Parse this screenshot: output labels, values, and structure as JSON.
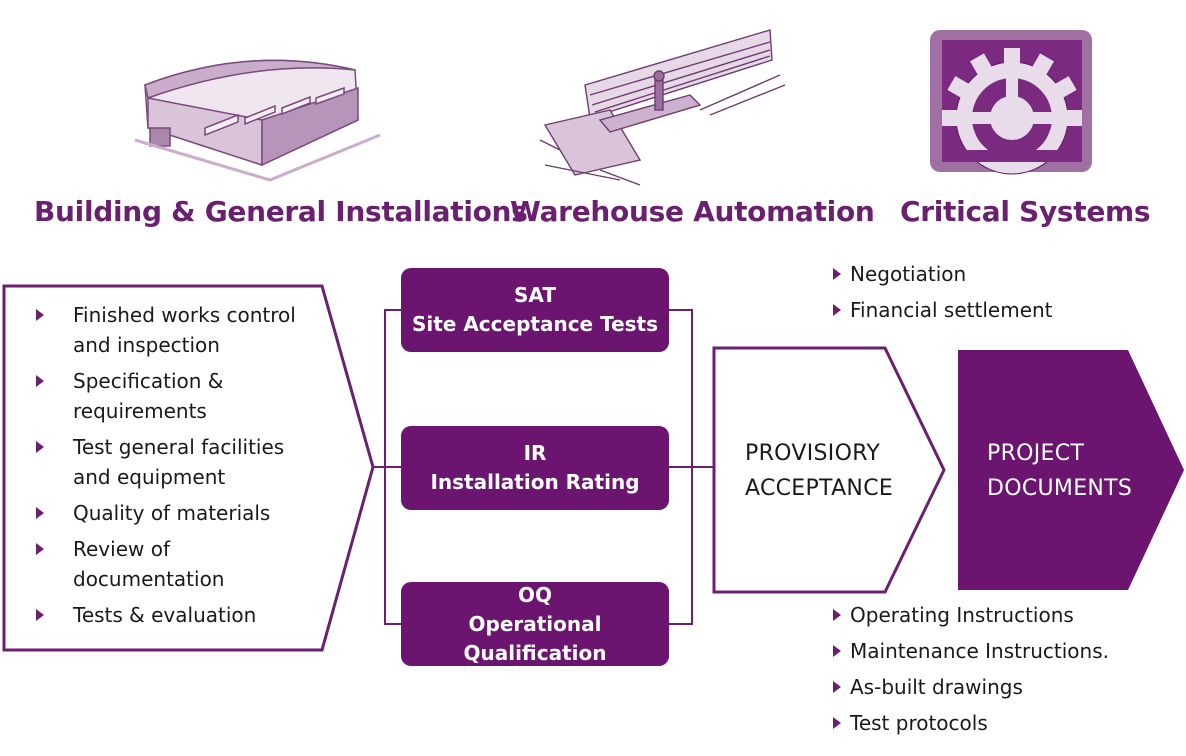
{
  "headings": {
    "building": "Building & General Installations",
    "warehouse": "Warehouse Automation",
    "critical": "Critical Systems"
  },
  "left_list": [
    "Finished works control and inspection",
    "Specification & requirements",
    "Test general facilities and equipment",
    "Quality of materials",
    "Review of documentation",
    "Tests & evaluation"
  ],
  "tests": [
    {
      "code": "SAT",
      "name": "Site Acceptance Tests"
    },
    {
      "code": "IR",
      "name": "Installation Rating"
    },
    {
      "code": "OQ",
      "name": "Operational Qualification"
    }
  ],
  "provisional": {
    "line1": "PROVISIORY",
    "line2": "ACCEPTANCE"
  },
  "project": {
    "line1": "PROJECT",
    "line2": "DOCUMENTS"
  },
  "top_list": [
    "Negotiation",
    "Financial settlement"
  ],
  "bottom_list": [
    "Operating Instructions",
    "Maintenance Instructions.",
    "As-built drawings",
    "Test protocols"
  ],
  "colors": {
    "accent": "#6b1f6f",
    "box_fill": "#6b1470"
  },
  "icons": {
    "building": "warehouse-building-icon",
    "warehouse": "conveyor-system-icon",
    "critical": "gear-icon"
  }
}
